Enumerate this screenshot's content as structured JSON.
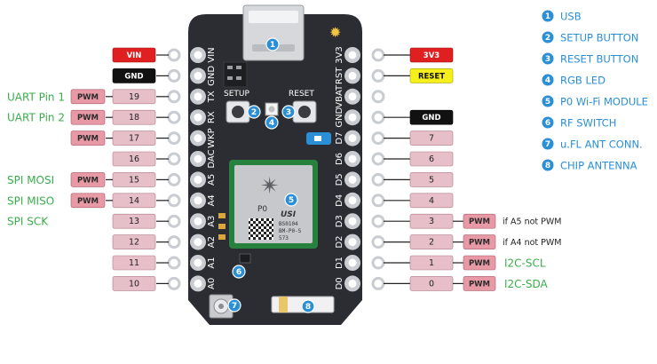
{
  "board": {
    "left_pins": [
      "VIN",
      "GND",
      "TX",
      "RX",
      "WKP",
      "DAC",
      "A5",
      "A4",
      "A3",
      "A2",
      "A1",
      "A0"
    ],
    "right_pins": [
      "3V3",
      "RST",
      "VBAT",
      "GND",
      "D7",
      "D6",
      "D5",
      "D4",
      "D3",
      "D2",
      "D1",
      "D0"
    ],
    "setup_label": "SETUP",
    "reset_label": "RESET",
    "module": {
      "name": "P0",
      "brand": "USI",
      "line1": "BS0104",
      "line2": "BM-P0-S",
      "line3": "573"
    }
  },
  "left_labels": [
    {
      "text": "VIN",
      "style": "power"
    },
    {
      "text": "GND",
      "style": "ground"
    },
    {
      "text": "19",
      "style": "number",
      "pwm": "PWM",
      "func": "UART Pin 1"
    },
    {
      "text": "18",
      "style": "number",
      "pwm": "PWM",
      "func": "UART Pin 2"
    },
    {
      "text": "17",
      "style": "number",
      "pwm": "PWM"
    },
    {
      "text": "16",
      "style": "number"
    },
    {
      "text": "15",
      "style": "number",
      "pwm": "PWM",
      "func": "SPI MOSI"
    },
    {
      "text": "14",
      "style": "number",
      "pwm": "PWM",
      "func": "SPI MISO"
    },
    {
      "text": "13",
      "style": "number",
      "func": "SPI SCK"
    },
    {
      "text": "12",
      "style": "number"
    },
    {
      "text": "11",
      "style": "number"
    },
    {
      "text": "10",
      "style": "number"
    }
  ],
  "right_labels": [
    {
      "text": "3V3",
      "style": "power"
    },
    {
      "text": "RESET",
      "style": "reset"
    },
    null,
    {
      "text": "GND",
      "style": "ground"
    },
    {
      "text": "7",
      "style": "number"
    },
    {
      "text": "6",
      "style": "number"
    },
    {
      "text": "5",
      "style": "number"
    },
    {
      "text": "4",
      "style": "number"
    },
    {
      "text": "3",
      "style": "number",
      "pwm": "PWM",
      "note": "if A5 not PWM"
    },
    {
      "text": "2",
      "style": "number",
      "pwm": "PWM",
      "note": "if A4 not PWM"
    },
    {
      "text": "1",
      "style": "number",
      "pwm": "PWM",
      "func": "I2C-SCL"
    },
    {
      "text": "0",
      "style": "number",
      "pwm": "PWM",
      "func": "I2C-SDA"
    }
  ],
  "legend": [
    {
      "num": "1",
      "label": "USB"
    },
    {
      "num": "2",
      "label": "SETUP BUTTON"
    },
    {
      "num": "3",
      "label": "RESET BUTTON"
    },
    {
      "num": "4",
      "label": "RGB LED"
    },
    {
      "num": "5",
      "label": "P0 Wi-Fi MODULE"
    },
    {
      "num": "6",
      "label": "RF SWITCH"
    },
    {
      "num": "7",
      "label": "u.FL ANT CONN."
    },
    {
      "num": "8",
      "label": "CHIP ANTENNA"
    }
  ],
  "markers": {
    "usb": "1",
    "setup": "2",
    "reset": "3",
    "led": "4",
    "module": "5",
    "rf": "6",
    "ufl": "7",
    "antenna": "8"
  },
  "colors": {
    "board": "#2b2d33",
    "pin_ring": "#c9ccd1",
    "marker": "#2a8fd6",
    "legend_text": "#2a8fd6",
    "power": "#e02020",
    "ground": "#111111",
    "reset": "#f5ef1c",
    "number": "#e7bfc8",
    "pwm": "#e79aa6",
    "func_text": "#3aae4c"
  }
}
